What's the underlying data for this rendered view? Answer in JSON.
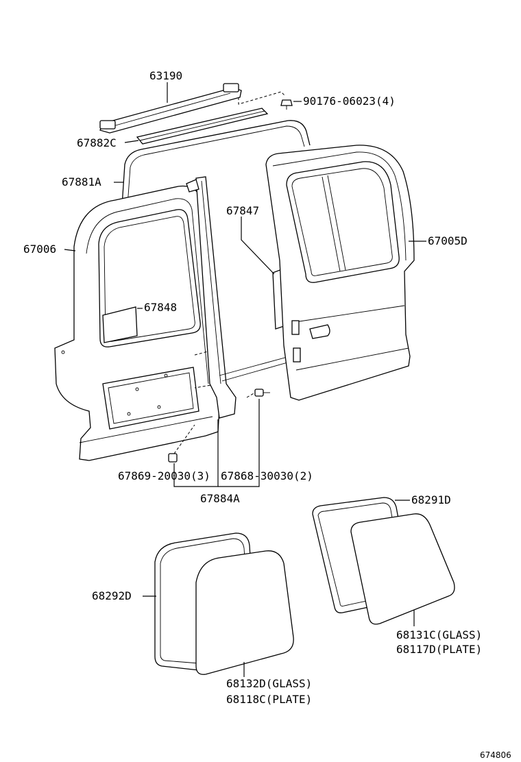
{
  "labels": {
    "p63190": "63190",
    "p90176": "90176-06023(4)",
    "p67882c": "67882C",
    "p67881a": "67881A",
    "p67847": "67847",
    "p67006": "67006",
    "p67005d": "67005D",
    "p67848": "67848",
    "p67869": "67869-20030(3)",
    "p67868": "67868-30030(2)",
    "p67884a": "67884A",
    "p68291d": "68291D",
    "p68292d": "68292D",
    "p68131c": "68131C(GLASS)",
    "p68117d": "68117D(PLATE)",
    "p68132d": "68132D(GLASS)",
    "p68118c": "68118C(PLATE)"
  },
  "figure_id": "674806"
}
